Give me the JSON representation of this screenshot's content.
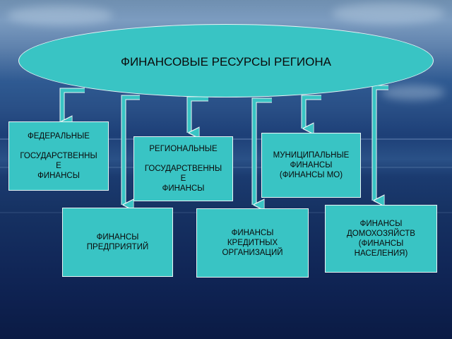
{
  "colors": {
    "node_fill": "#39c4c4",
    "node_border": "#e9f4f4",
    "connector": "#39c4c4",
    "text": "#0a0a0a"
  },
  "title": "ФИНАНСОВЫЕ РЕСУРСЫ РЕГИОНА",
  "nodes": [
    {
      "label": "ФЕДЕРАЛЬНЫЕ\n\nГОСУДАРСТВЕННЫ\nЕ\nФИНАНСЫ"
    },
    {
      "label": "РЕГИОНАЛЬНЫЕ\n\nГОСУДАРСТВЕННЫ\nЕ\nФИНАНСЫ"
    },
    {
      "label": "МУНИЦИПАЛЬНЫЕ\nФИНАНСЫ\n(ФИНАНСЫ МО)"
    },
    {
      "label": "ФИНАНСЫ\nПРЕДПРИЯТИЙ"
    },
    {
      "label": "ФИНАНСЫ\nКРЕДИТНЫХ\nОРГАНИЗАЦИЙ"
    },
    {
      "label": "ФИНАНСЫ\nДОМОХОЗЯЙСТВ\n(ФИНАНСЫ\nНАСЕЛЕНИЯ)"
    }
  ]
}
